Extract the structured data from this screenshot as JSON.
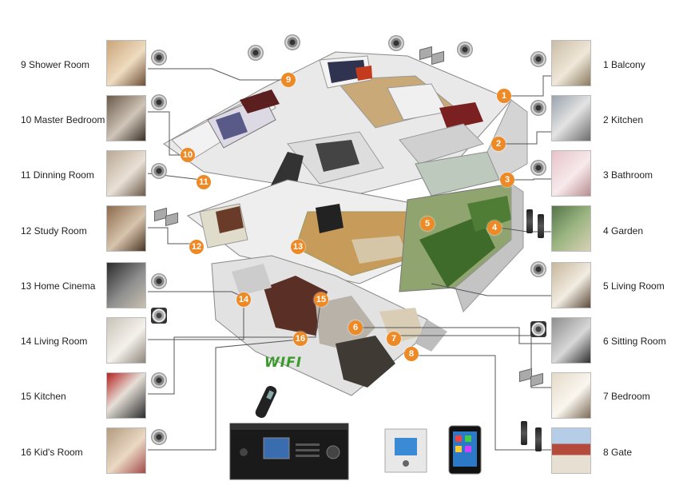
{
  "rooms_right": [
    {
      "label": "1 Balcony"
    },
    {
      "label": "2 Kitchen"
    },
    {
      "label": "3 Bathroom"
    },
    {
      "label": "4  Garden"
    },
    {
      "label": "5  Living Room"
    },
    {
      "label": "6  Sitting Room"
    },
    {
      "label": "7  Bedroom"
    },
    {
      "label": "8  Gate"
    }
  ],
  "rooms_left": [
    {
      "label": "9  Shower Room"
    },
    {
      "label": "10  Master Bedroom"
    },
    {
      "label": "11  Dinning Room"
    },
    {
      "label": "12  Study Room"
    },
    {
      "label": "13  Home Cinema"
    },
    {
      "label": "14  Living Room"
    },
    {
      "label": "15  Kitchen"
    },
    {
      "label": "16  Kid's Room"
    }
  ],
  "house_markers": [
    "1",
    "2",
    "3",
    "4",
    "5",
    "6",
    "7",
    "8",
    "9",
    "10",
    "11",
    "12",
    "13",
    "14",
    "15",
    "16"
  ],
  "wifi_label": "WIFI",
  "colors": {
    "marker": "#ee8a25",
    "wifi": "#3a9b2a",
    "line": "#555555"
  }
}
